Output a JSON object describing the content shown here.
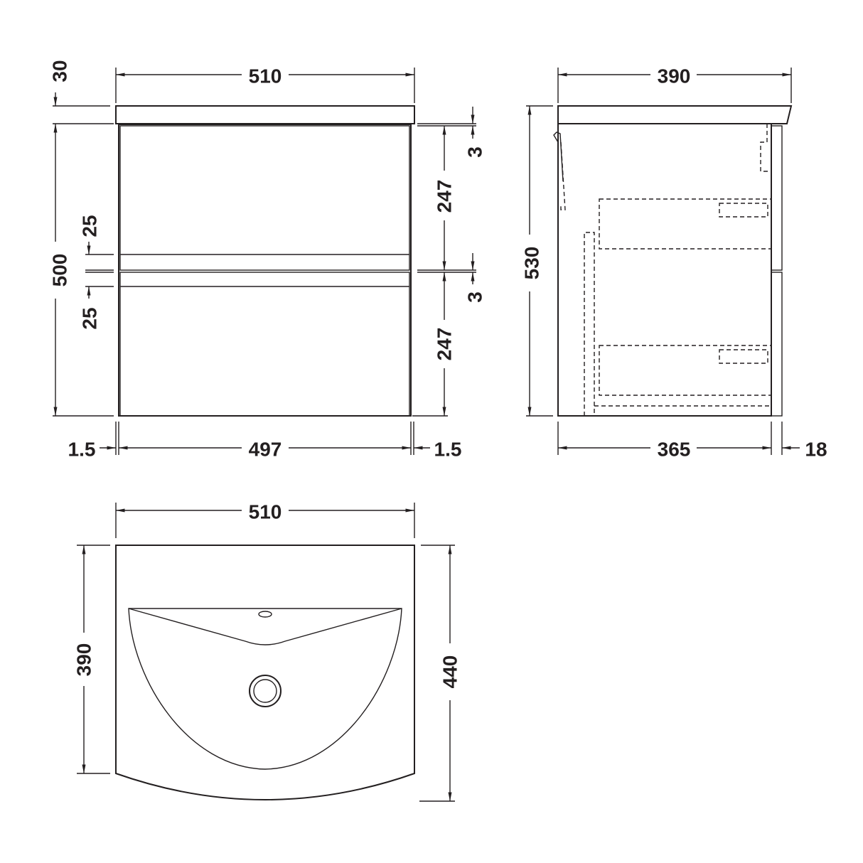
{
  "front_view": {
    "width_total": "510",
    "top_thickness": "30",
    "height_carcass": "500",
    "handle_top": "25",
    "handle_bottom": "25",
    "drawer_top_height": "247",
    "drawer_bottom_height": "247",
    "gap_top": "3",
    "gap_middle": "3",
    "side_left": "1.5",
    "inner_width": "497",
    "side_right": "1.5"
  },
  "side_view": {
    "depth_top": "390",
    "height_total": "530",
    "carcass_depth": "365",
    "door_thickness": "18"
  },
  "plan_view": {
    "width": "510",
    "depth_side": "390",
    "depth_center": "440"
  }
}
